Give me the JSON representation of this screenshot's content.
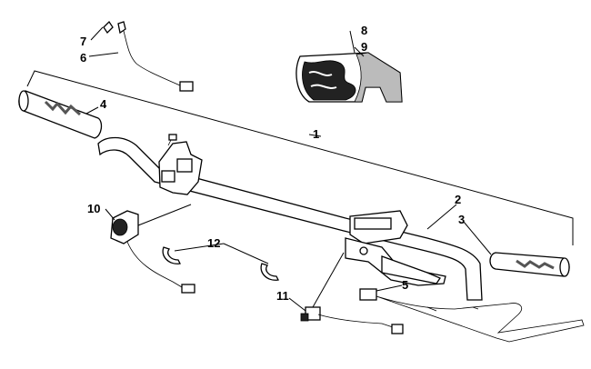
{
  "diagram": {
    "callouts": [
      {
        "id": "1",
        "text": "1"
      },
      {
        "id": "2",
        "text": "2"
      },
      {
        "id": "3",
        "text": "3"
      },
      {
        "id": "4",
        "text": "4"
      },
      {
        "id": "5",
        "text": "5"
      },
      {
        "id": "6",
        "text": "6"
      },
      {
        "id": "7",
        "text": "7"
      },
      {
        "id": "8",
        "text": "8"
      },
      {
        "id": "9",
        "text": "9"
      },
      {
        "id": "10",
        "text": "10"
      },
      {
        "id": "11",
        "text": "11"
      },
      {
        "id": "12",
        "text": "12"
      }
    ],
    "colors": {
      "ink": "#000000",
      "background": "#ffffff",
      "grip_shade": "#555555"
    }
  }
}
